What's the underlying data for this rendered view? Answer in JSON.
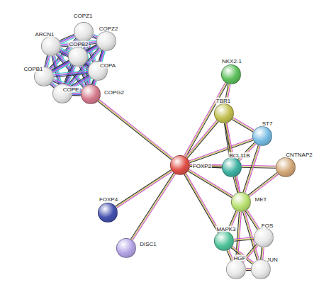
{
  "diagram": {
    "nodes": [
      {
        "text": [
          "COPZ1"
        ]
      },
      {
        "text": [
          "ARCN1"
        ]
      },
      {
        "text": [
          "COPZ2"
        ]
      },
      {
        "text": [
          "COPB2"
        ]
      },
      {
        "text": [
          "COPB1"
        ]
      },
      {
        "text": [
          "COPA"
        ]
      },
      {
        "text": [
          "COPE"
        ]
      },
      {
        "text": [
          "COPG2"
        ]
      },
      {
        "text": [
          "NKX2-1"
        ]
      },
      {
        "text": [
          "TBR1"
        ]
      },
      {
        "text": [
          "ST7"
        ]
      },
      {
        "text": [
          "FOXP2"
        ]
      },
      {
        "text": [
          "BCL11B"
        ]
      },
      {
        "text": [
          "CNTNAP2"
        ]
      },
      {
        "text": [
          "MET"
        ]
      },
      {
        "text": [
          "FOXP4"
        ]
      },
      {
        "text": [
          "MAPK3"
        ]
      },
      {
        "text": [
          "FOS"
        ]
      },
      {
        "text": [
          "DISC1"
        ]
      },
      {
        "text": [
          "HGF"
        ]
      },
      {
        "text": [
          "JUN"
        ]
      }
    ],
    "edges": [
      {
        "from": 0,
        "to": 1,
        "arrow": "none"
      },
      {
        "from": 0,
        "to": 2,
        "arrow": "none"
      },
      {
        "from": 0,
        "to": 3,
        "arrow": "none"
      },
      {
        "from": 0,
        "to": 4,
        "arrow": "none"
      },
      {
        "from": 0,
        "to": 5,
        "arrow": "none"
      },
      {
        "from": 0,
        "to": 6,
        "arrow": "none"
      },
      {
        "from": 0,
        "to": 7,
        "arrow": "none"
      },
      {
        "from": 1,
        "to": 2,
        "arrow": "none"
      },
      {
        "from": 1,
        "to": 3,
        "arrow": "none"
      },
      {
        "from": 1,
        "to": 4,
        "arrow": "none"
      },
      {
        "from": 1,
        "to": 5,
        "arrow": "none"
      },
      {
        "from": 1,
        "to": 6,
        "arrow": "none"
      },
      {
        "from": 1,
        "to": 7,
        "arrow": "none"
      },
      {
        "from": 2,
        "to": 3,
        "arrow": "none"
      },
      {
        "from": 2,
        "to": 4,
        "arrow": "none"
      },
      {
        "from": 2,
        "to": 5,
        "arrow": "none"
      },
      {
        "from": 2,
        "to": 6,
        "arrow": "none"
      },
      {
        "from": 2,
        "to": 7,
        "arrow": "none"
      },
      {
        "from": 3,
        "to": 4,
        "arrow": "none"
      },
      {
        "from": 3,
        "to": 5,
        "arrow": "none"
      },
      {
        "from": 3,
        "to": 6,
        "arrow": "none"
      },
      {
        "from": 3,
        "to": 7,
        "arrow": "none"
      },
      {
        "from": 4,
        "to": 5,
        "arrow": "none"
      },
      {
        "from": 4,
        "to": 6,
        "arrow": "none"
      },
      {
        "from": 4,
        "to": 7,
        "arrow": "none"
      },
      {
        "from": 5,
        "to": 6,
        "arrow": "none"
      },
      {
        "from": 5,
        "to": 7,
        "arrow": "none"
      },
      {
        "from": 6,
        "to": 7,
        "arrow": "none"
      },
      {
        "from": 7,
        "to": 11,
        "arrow": "none"
      },
      {
        "from": 11,
        "to": 8,
        "arrow": "none"
      },
      {
        "from": 11,
        "to": 9,
        "arrow": "none"
      },
      {
        "from": 11,
        "to": 10,
        "arrow": "none"
      },
      {
        "from": 11,
        "to": 12,
        "arrow": "none"
      },
      {
        "from": 11,
        "to": 13,
        "arrow": "none"
      },
      {
        "from": 11,
        "to": 14,
        "arrow": "none"
      },
      {
        "from": 11,
        "to": 15,
        "arrow": "none"
      },
      {
        "from": 11,
        "to": 16,
        "arrow": "none"
      },
      {
        "from": 11,
        "to": 18,
        "arrow": "none"
      },
      {
        "from": 8,
        "to": 9,
        "arrow": "none"
      },
      {
        "from": 9,
        "to": 12,
        "arrow": "none"
      },
      {
        "from": 9,
        "to": 10,
        "arrow": "none"
      },
      {
        "from": 9,
        "to": 14,
        "arrow": "none"
      },
      {
        "from": 10,
        "to": 12,
        "arrow": "none"
      },
      {
        "from": 10,
        "to": 14,
        "arrow": "none"
      },
      {
        "from": 12,
        "to": 14,
        "arrow": "none"
      },
      {
        "from": 13,
        "to": 14,
        "arrow": "none"
      },
      {
        "from": 14,
        "to": 16,
        "arrow": "none"
      },
      {
        "from": 14,
        "to": 17,
        "arrow": "none"
      },
      {
        "from": 14,
        "to": 19,
        "arrow": "none"
      },
      {
        "from": 14,
        "to": 20,
        "arrow": "none"
      },
      {
        "from": 16,
        "to": 17,
        "arrow": "none"
      },
      {
        "from": 16,
        "to": 19,
        "arrow": "none"
      },
      {
        "from": 16,
        "to": 20,
        "arrow": "none"
      },
      {
        "from": 17,
        "to": 20,
        "arrow": "none"
      },
      {
        "from": 19,
        "to": 20,
        "arrow": "none"
      },
      {
        "from": 17,
        "to": 19,
        "arrow": "none"
      }
    ]
  }
}
